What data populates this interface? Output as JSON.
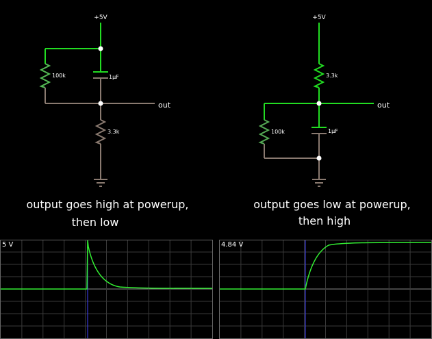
{
  "left_circuit": {
    "supply": "+5V",
    "resistor_top": "100k",
    "capacitor": "1μF",
    "resistor_bottom": "3.3k",
    "output": "out",
    "caption_line1": "output goes high at powerup,",
    "caption_line2": "then low"
  },
  "right_circuit": {
    "supply": "+5V",
    "resistor_top": "3.3k",
    "resistor_bottom": "100k",
    "capacitor": "1μF",
    "output": "out",
    "caption_line1": "output goes low at powerup,",
    "caption_line2": "then high"
  },
  "scopes": [
    {
      "max_label": "5 V",
      "behavior": "spike-decay"
    },
    {
      "max_label": "4.84 V",
      "behavior": "rise"
    }
  ],
  "colors": {
    "background": "#000000",
    "wire_active": "#22dd22",
    "wire_idle": "#8a7a70",
    "node": "#ffffff",
    "grid": "#555555",
    "cursor": "#4444ff",
    "trace": "#33ee33"
  }
}
